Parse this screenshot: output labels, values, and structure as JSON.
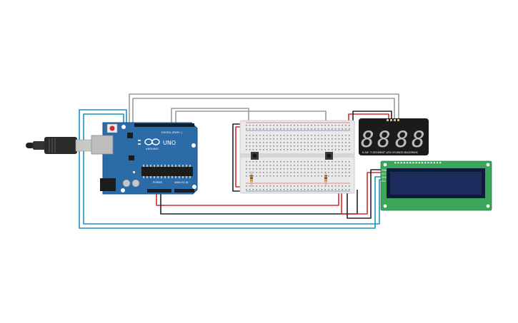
{
  "arduino": {
    "brand": "ARDUINO",
    "model": "UNO",
    "digital_label": "DIGITAL (PWM~)",
    "power_label": "POWER",
    "analog_label": "ANALOG IN"
  },
  "seven_segment": {
    "digits": [
      "8",
      "8",
      "8",
      "8"
    ],
    "caption": "0.56\" 7-SEGMENT LED HT16K33 BACKPACK"
  },
  "lcd": {
    "pin_labels": [
      "GND",
      "VCC",
      "SDA",
      "SCL"
    ]
  },
  "colors": {
    "wire_red": "#d42a2a",
    "wire_black": "#222222",
    "wire_blue": "#1a8fc4",
    "wire_gray": "#9a9a9a",
    "board_blue": "#2a6ba8",
    "lcd_green": "#3aa65a",
    "lcd_screen": "#1c2c5c"
  }
}
